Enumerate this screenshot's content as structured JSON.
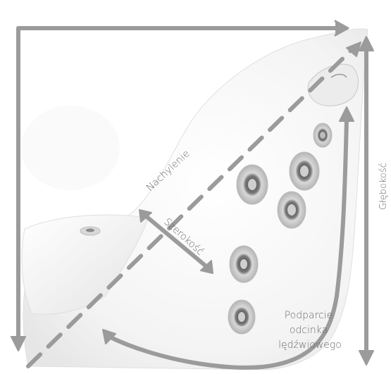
{
  "labels": {
    "tilt": "Nachylenie",
    "width": "Szerokość",
    "depth": "Głębokość",
    "lumbar": [
      "Podparcie",
      "odcinka",
      "lędźwiowego"
    ]
  },
  "colors": {
    "arrow": "#9b9b9b",
    "shell": "#f6f6f6",
    "shell_edge": "#e2e2e2",
    "jet_ring": "#c9c9c9",
    "jet_core": "#5a5a5a",
    "label_text": "#6b6b6b"
  },
  "icons": [
    "hydromassage-jet-icon",
    "headrest-icon",
    "arrow-icon"
  ]
}
